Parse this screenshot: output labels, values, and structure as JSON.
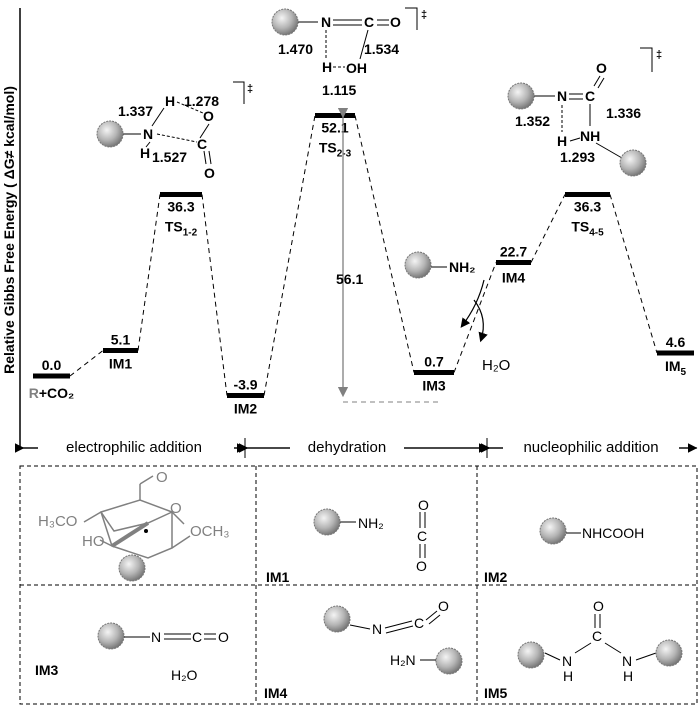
{
  "chart_data": {
    "type": "energy_profile",
    "ylabel": "Relative Gibbs Free Energy ( ΔG≠ kcal/mol)",
    "states": [
      {
        "label": "R+CO₂",
        "label_main": "R",
        "label_rest": "+CO₂",
        "value": 0.0,
        "value_text": "0.0"
      },
      {
        "label": "IM1",
        "label_main": "IM1",
        "value": 5.1,
        "value_text": "5.1"
      },
      {
        "label": "TS1-2",
        "label_main": "TS",
        "label_sub": "1-2",
        "value": 36.3,
        "value_text": "36.3"
      },
      {
        "label": "IM2",
        "label_main": "IM2",
        "value": -3.9,
        "value_text": "-3.9"
      },
      {
        "label": "TS2-3",
        "label_main": "TS",
        "label_sub": "2-3",
        "value": 52.1,
        "value_text": "52.1"
      },
      {
        "label": "IM3",
        "label_main": "IM3",
        "value": 0.7,
        "value_text": "0.7"
      },
      {
        "label": "IM4",
        "label_main": "IM4",
        "value": 22.7,
        "value_text": "22.7"
      },
      {
        "label": "TS4-5",
        "label_main": "TS",
        "label_sub": "4-5",
        "value": 36.3,
        "value_text": "36.3"
      },
      {
        "label": "IM5",
        "label_main": "IM",
        "label_sub": "5",
        "value": 4.6,
        "value_text": "4.6"
      }
    ],
    "barrier_text": "56.1",
    "stages": [
      "electrophilic addition",
      "dehydration",
      "nucleophilic addition"
    ],
    "ts_distances": {
      "ts12": [
        "1.337",
        "1.278",
        "1.527"
      ],
      "ts23": [
        "1.470",
        "1.534",
        "1.115"
      ],
      "ts45": [
        "1.352",
        "1.336",
        "1.293"
      ]
    },
    "water_release": {
      "amine": "NH₂",
      "water": "H₂O"
    },
    "atom_text": {
      "H": "H",
      "N": "N",
      "O": "O",
      "C": "C",
      "OH": "OH",
      "NH": "NH",
      "NH2": "NH₂",
      "H2N": "H₂N",
      "H2O": "H₂O",
      "NHCOOH": "NHCOOH",
      "OCH3": "OCH₃",
      "H3CO": "H₃CO",
      "HO": "HO",
      "dagger": "‡"
    },
    "panels": [
      "IM1",
      "IM2",
      "IM3",
      "IM4",
      "IM5"
    ]
  }
}
